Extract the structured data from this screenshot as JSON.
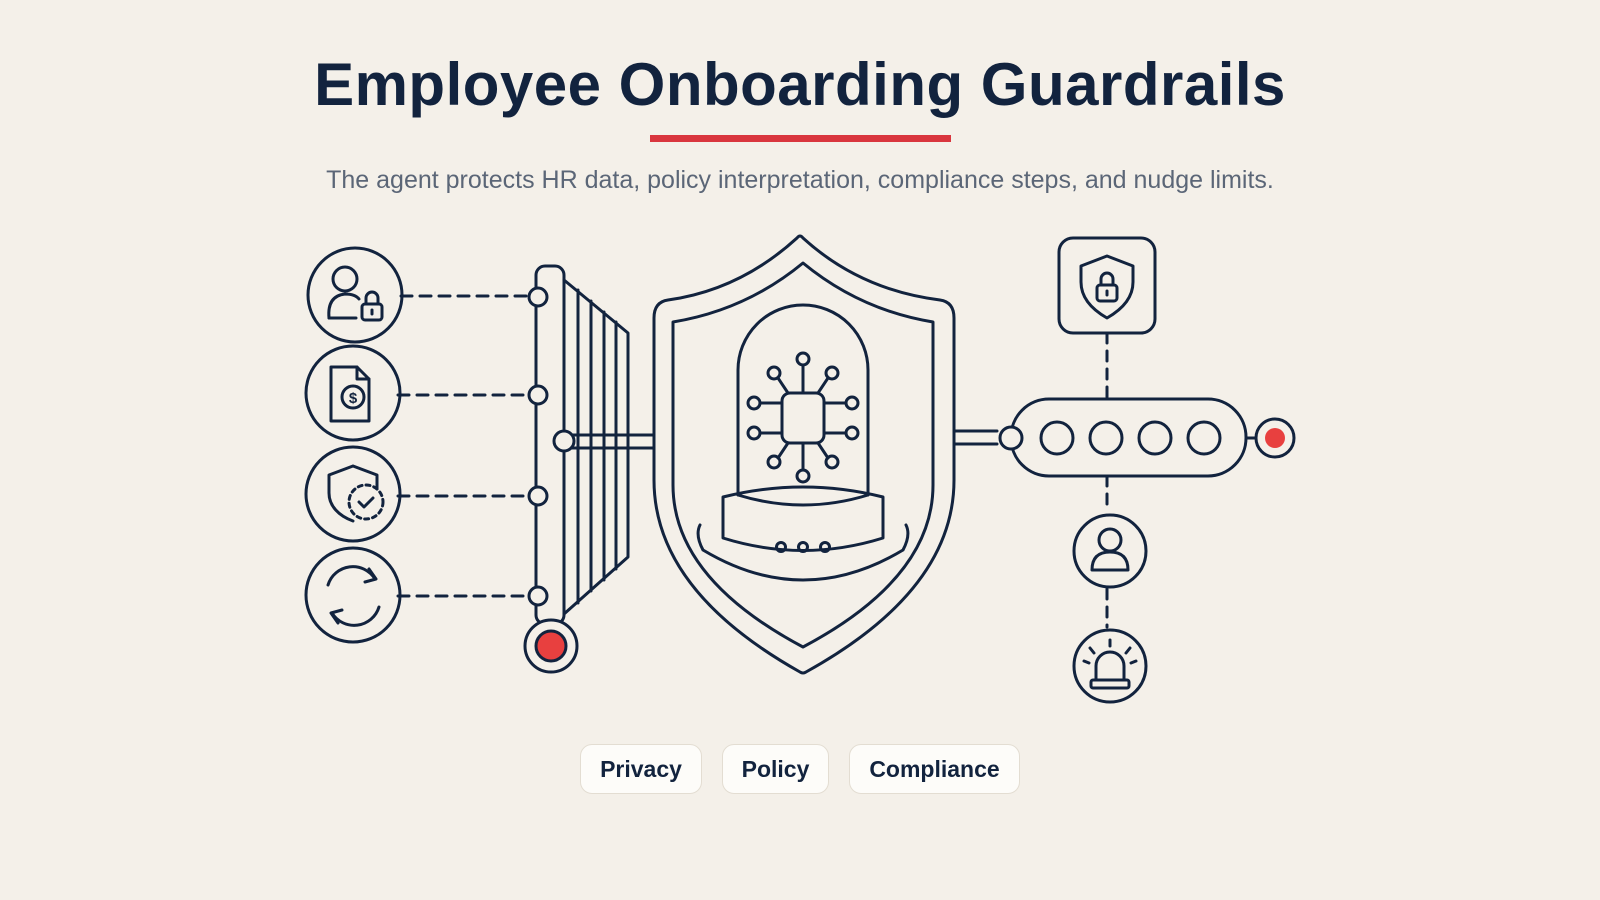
{
  "header": {
    "title": "Employee Onboarding Guardrails",
    "subtitle": "The agent protects HR data, policy interpretation, compliance steps, and nudge limits."
  },
  "diagram": {
    "left_icons": [
      "user-lock-icon",
      "payroll-document-icon",
      "shield-check-icon",
      "sync-cycle-icon"
    ],
    "center_icon": "ai-chip-dome-shield-icon",
    "right_icons": [
      "shield-lock-icon",
      "progress-dots-icon",
      "user-icon",
      "alarm-light-icon"
    ],
    "colors": {
      "ink": "#12233e",
      "alert": "#e8403f",
      "background": "#f4f0e9"
    }
  },
  "tags": [
    "Privacy",
    "Policy",
    "Compliance"
  ]
}
